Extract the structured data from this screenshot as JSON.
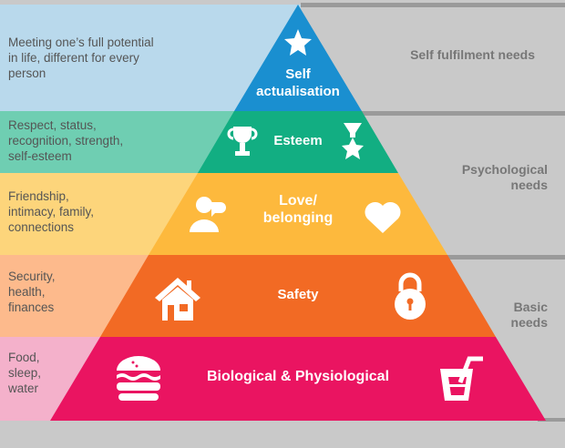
{
  "levels": [
    {
      "name": "Self actualisation",
      "line1": "Self",
      "line2": "actualisation",
      "description": [
        "Meeting one’s full potential",
        "in life, different for every",
        "person"
      ],
      "color": "#1a8fd0",
      "band_color": "#b9d9ec",
      "icons": [
        "star-icon"
      ]
    },
    {
      "name": "Esteem",
      "description": [
        "Respect, status,",
        "recognition, strength,",
        "self-esteem"
      ],
      "color": "#12ae82",
      "band_color": "#6fceb2",
      "icons": [
        "trophy-icon",
        "medal-icon"
      ]
    },
    {
      "name": "Love/ belonging",
      "line1": "Love/",
      "line2": "belonging",
      "description": [
        "Friendship,",
        "intimacy, family,",
        "connections"
      ],
      "color": "#fdb93d",
      "band_color": "#fdd57b",
      "icons": [
        "person-chat-icon",
        "heart-icon"
      ]
    },
    {
      "name": "Safety",
      "description": [
        "Security,",
        "health,",
        "finances"
      ],
      "color": "#f26a24",
      "band_color": "#fdba8c",
      "icons": [
        "house-icon",
        "padlock-icon"
      ]
    },
    {
      "name": "Biological & Physiological",
      "description": [
        "Food,",
        "sleep,",
        "water"
      ],
      "color": "#ea1461",
      "band_color": "#f4b1cb",
      "icons": [
        "burger-icon",
        "drink-icon"
      ]
    }
  ],
  "groups": [
    {
      "label": "Self fulfilment needs"
    },
    {
      "line1": "Psychological",
      "line2": "needs"
    },
    {
      "line1": "Basic",
      "line2": "needs"
    }
  ]
}
